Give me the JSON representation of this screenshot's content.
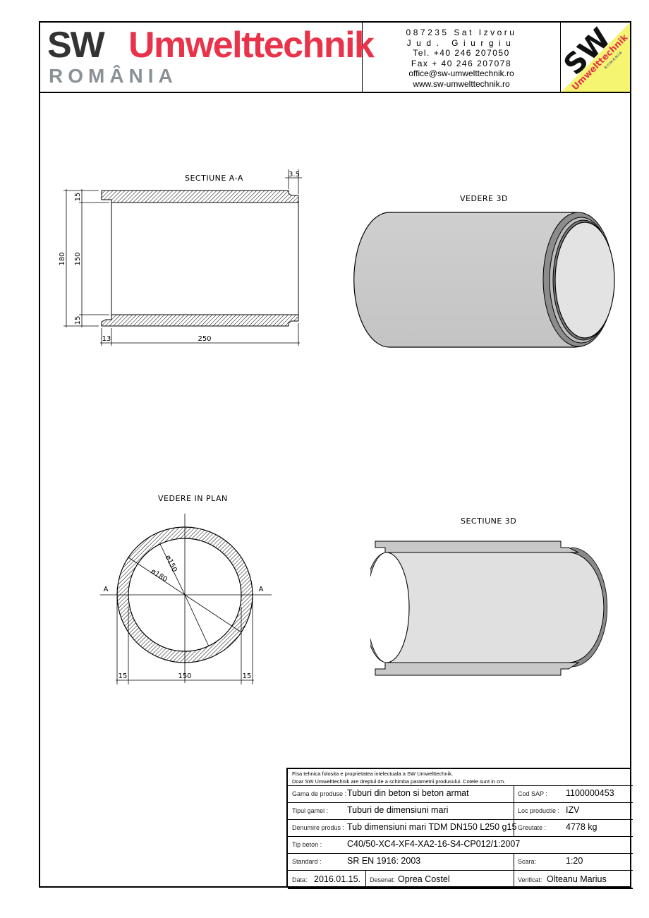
{
  "header": {
    "brand_sw": "SW",
    "brand_name": "Umwelttechnik",
    "brand_country": "ROMÂNIA",
    "contact": {
      "address_line1": "087235 Sat Izvoru",
      "address_line2": "Jud. Giurgiu",
      "tel": "Tel. +40 246 207050",
      "fax": "Fax + 40 246 207078",
      "email": "office@sw-umwelttechnik.ro",
      "website": "www.sw-umwelttechnik.ro"
    },
    "logo": {
      "text_sw": "SW",
      "text_name": "Umwelttechnik",
      "text_country": "ROMÂNIA",
      "colors": {
        "yellow": "#f5f571",
        "red": "#e8334a",
        "black": "#111111"
      }
    }
  },
  "drawings": {
    "section_aa": {
      "title": "SECTIUNE   A-A",
      "dims": {
        "overall_height": "180",
        "inner_height": "150",
        "wall_top": "15",
        "wall_bottom": "15",
        "socket": "13",
        "length": "250",
        "spigot": "3.5"
      }
    },
    "view_3d": {
      "title": "VEDERE 3D"
    },
    "plan_view": {
      "title": "VEDERE IN PLAN",
      "dims": {
        "inner_diameter": "ø150",
        "outer_diameter": "ø180",
        "left_wall": "15",
        "inner_width": "150",
        "right_wall": "15",
        "section_mark_left": "A",
        "section_mark_right": "A"
      }
    },
    "section_3d": {
      "title": "SECTIUNE 3D"
    }
  },
  "title_block": {
    "notes": [
      "Fisa tehnica folosita e proprietatea intelectuala a SW Umwelttechnik.",
      "Doar SW Umwelttechnik are dreptul de a schimba parametrii produsului. Cotele sunt in cm."
    ],
    "rows": {
      "gama_label": "Gama de produse :",
      "gama_value": "Tuburi din beton si beton armat",
      "cod_sap_label": "Cod SAP :",
      "cod_sap_value": "1100000453",
      "tipul_label": "Tipul gamei :",
      "tipul_value": "Tuburi de dimensiuni mari",
      "loc_label": "Loc productie :",
      "loc_value": "IZV",
      "denumire_label": "Denumire produs :",
      "denumire_value": "Tub dimensiuni mari TDM DN150 L250 g15",
      "greutate_label": "Greutate :",
      "greutate_value": "4778 kg",
      "beton_label": "Tip beton :",
      "beton_value": "C40/50-XC4-XF4-XA2-16-S4-CP012/1:2007",
      "standard_label": "Standard :",
      "standard_value": "SR EN 1916: 2003",
      "scara_label": "Scara:",
      "scara_value": "1:20",
      "data_label": "Data:",
      "data_value": "2016.01.15.",
      "desenat_label": "Desenat:",
      "desenat_value": "Oprea Costel",
      "verificat_label": "Verificat:",
      "verificat_value": "Olteanu Marius"
    }
  }
}
